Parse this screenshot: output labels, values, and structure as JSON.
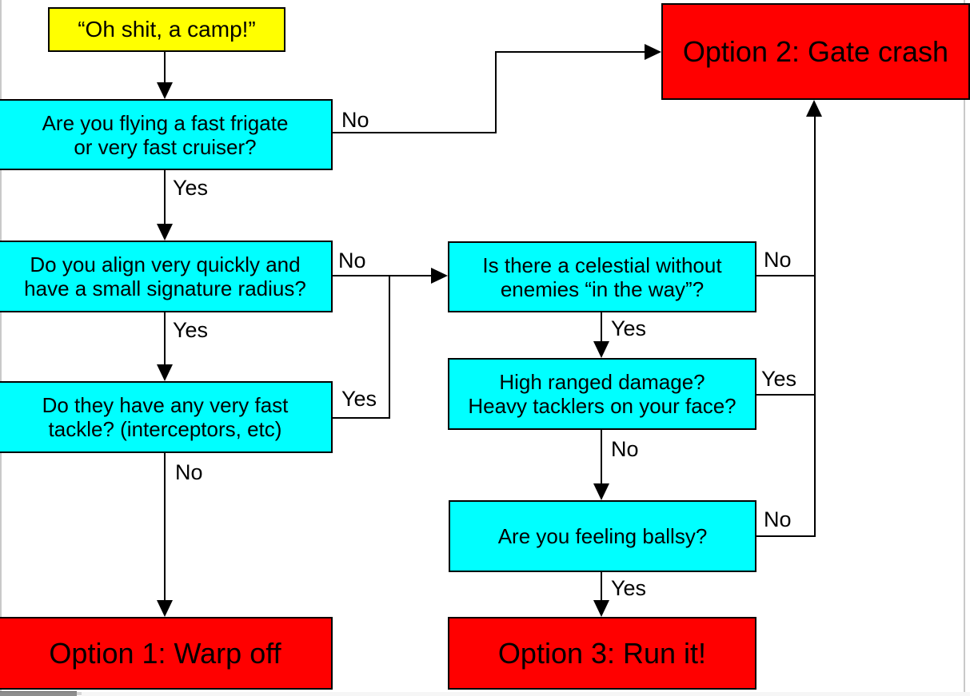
{
  "diagram": {
    "colors": {
      "start_fill": "#ffff00",
      "decision_fill": "#00ffff",
      "option_fill": "#ff0000",
      "connector": "#000000",
      "page_edge": "#c9c9c9"
    },
    "nodes": [
      {
        "id": "start",
        "kind": "start",
        "lines": [
          "“Oh shit, a camp!”"
        ]
      },
      {
        "id": "q-fast-ship",
        "kind": "decision",
        "lines": [
          "Are you flying a fast frigate",
          "or very fast cruiser?"
        ]
      },
      {
        "id": "q-align-sig",
        "kind": "decision",
        "lines": [
          "Do you align very quickly and",
          "have a small signature radius?"
        ]
      },
      {
        "id": "q-fast-tackle",
        "kind": "decision",
        "lines": [
          "Do they have any very fast",
          "tackle? (interceptors, etc)"
        ]
      },
      {
        "id": "q-celestial",
        "kind": "decision",
        "lines": [
          "Is there a celestial without",
          "enemies “in the way”?"
        ]
      },
      {
        "id": "q-high-damage",
        "kind": "decision",
        "lines": [
          "High ranged damage?",
          "Heavy tacklers on your face?"
        ]
      },
      {
        "id": "q-ballsy",
        "kind": "decision",
        "lines": [
          "Are you feeling ballsy?"
        ]
      },
      {
        "id": "opt-warp-off",
        "kind": "option",
        "lines": [
          "Option 1: Warp off"
        ]
      },
      {
        "id": "opt-gate-crash",
        "kind": "option",
        "lines": [
          "Option 2: Gate crash"
        ]
      },
      {
        "id": "opt-run-it",
        "kind": "option",
        "lines": [
          "Option 3: Run it!"
        ]
      }
    ],
    "edges": [
      {
        "from": "start",
        "to": "q-fast-ship",
        "label": ""
      },
      {
        "from": "q-fast-ship",
        "to": "opt-gate-crash",
        "label": "No"
      },
      {
        "from": "q-fast-ship",
        "to": "q-align-sig",
        "label": "Yes"
      },
      {
        "from": "q-align-sig",
        "to": "q-celestial",
        "label": "No"
      },
      {
        "from": "q-align-sig",
        "to": "q-fast-tackle",
        "label": "Yes"
      },
      {
        "from": "q-fast-tackle",
        "to": "q-celestial",
        "label": "Yes"
      },
      {
        "from": "q-fast-tackle",
        "to": "opt-warp-off",
        "label": "No"
      },
      {
        "from": "q-celestial",
        "to": "q-high-damage",
        "label": "Yes"
      },
      {
        "from": "q-celestial",
        "to": "opt-gate-crash",
        "label": "No"
      },
      {
        "from": "q-high-damage",
        "to": "opt-gate-crash",
        "label": "Yes"
      },
      {
        "from": "q-high-damage",
        "to": "q-ballsy",
        "label": "No"
      },
      {
        "from": "q-ballsy",
        "to": "opt-gate-crash",
        "label": "No"
      },
      {
        "from": "q-ballsy",
        "to": "opt-run-it",
        "label": "Yes"
      }
    ]
  }
}
